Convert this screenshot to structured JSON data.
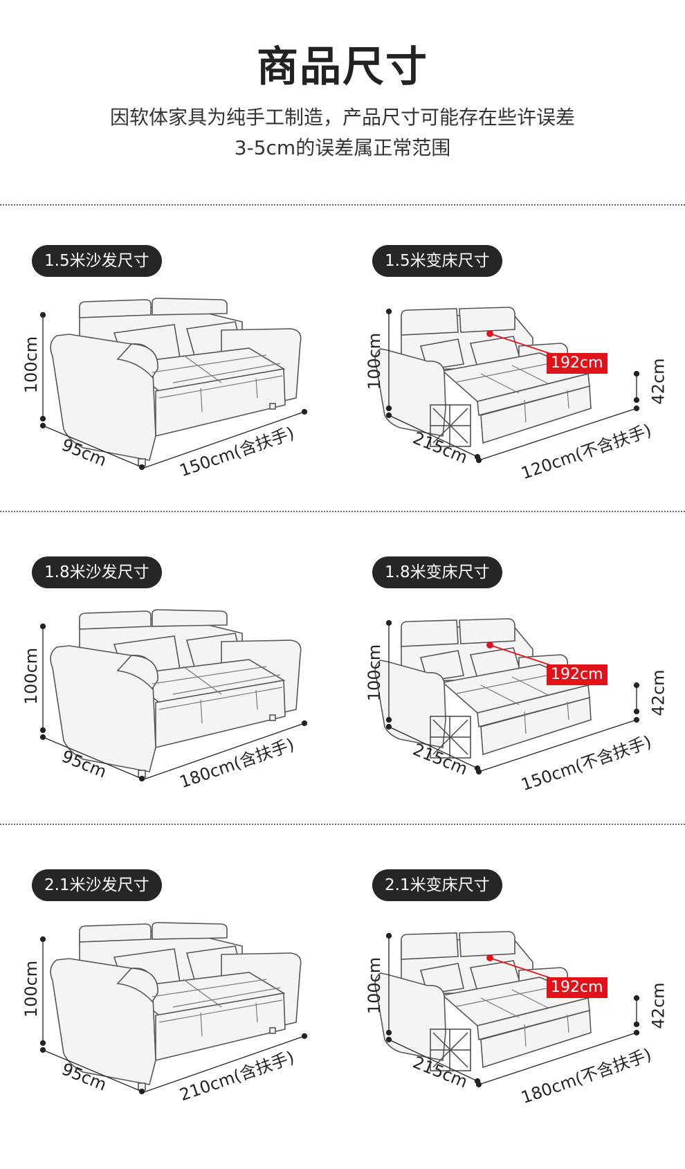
{
  "header": {
    "title_part1": "商品",
    "title_part2": "尺寸",
    "subtitle_line1": "因软体家具为纯手工制造，产品尺寸可能存在些许误差",
    "subtitle_line2": "3-5cm的误差属正常范围"
  },
  "sections": [
    {
      "sofa_badge": "1.5米沙发尺寸",
      "bed_badge": "1.5米变床尺寸",
      "sofa_height": "100cm",
      "sofa_depth": "95cm",
      "sofa_width": "150cm(含扶手)",
      "bed_height": "100cm",
      "bed_length": "215cm",
      "bed_width": "120cm(不含扶手)",
      "bed_seat_height": "42cm",
      "bed_mattress": "192cm"
    },
    {
      "sofa_badge": "1.8米沙发尺寸",
      "bed_badge": "1.8米变床尺寸",
      "sofa_height": "100cm",
      "sofa_depth": "95cm",
      "sofa_width": "180cm(含扶手)",
      "bed_height": "100cm",
      "bed_length": "215cm",
      "bed_width": "150cm(不含扶手)",
      "bed_seat_height": "42cm",
      "bed_mattress": "192cm"
    },
    {
      "sofa_badge": "2.1米沙发尺寸",
      "bed_badge": "2.1米变床尺寸",
      "sofa_height": "100cm",
      "sofa_depth": "95cm",
      "sofa_width": "210cm(含扶手)",
      "bed_height": "100cm",
      "bed_length": "215cm",
      "bed_width": "180cm(不含扶手)",
      "bed_seat_height": "42cm",
      "bed_mattress": "192cm"
    }
  ],
  "colors": {
    "accent_orange": "#f28a50",
    "badge_bg": "#262626",
    "mattress_red": "#e2121b"
  }
}
